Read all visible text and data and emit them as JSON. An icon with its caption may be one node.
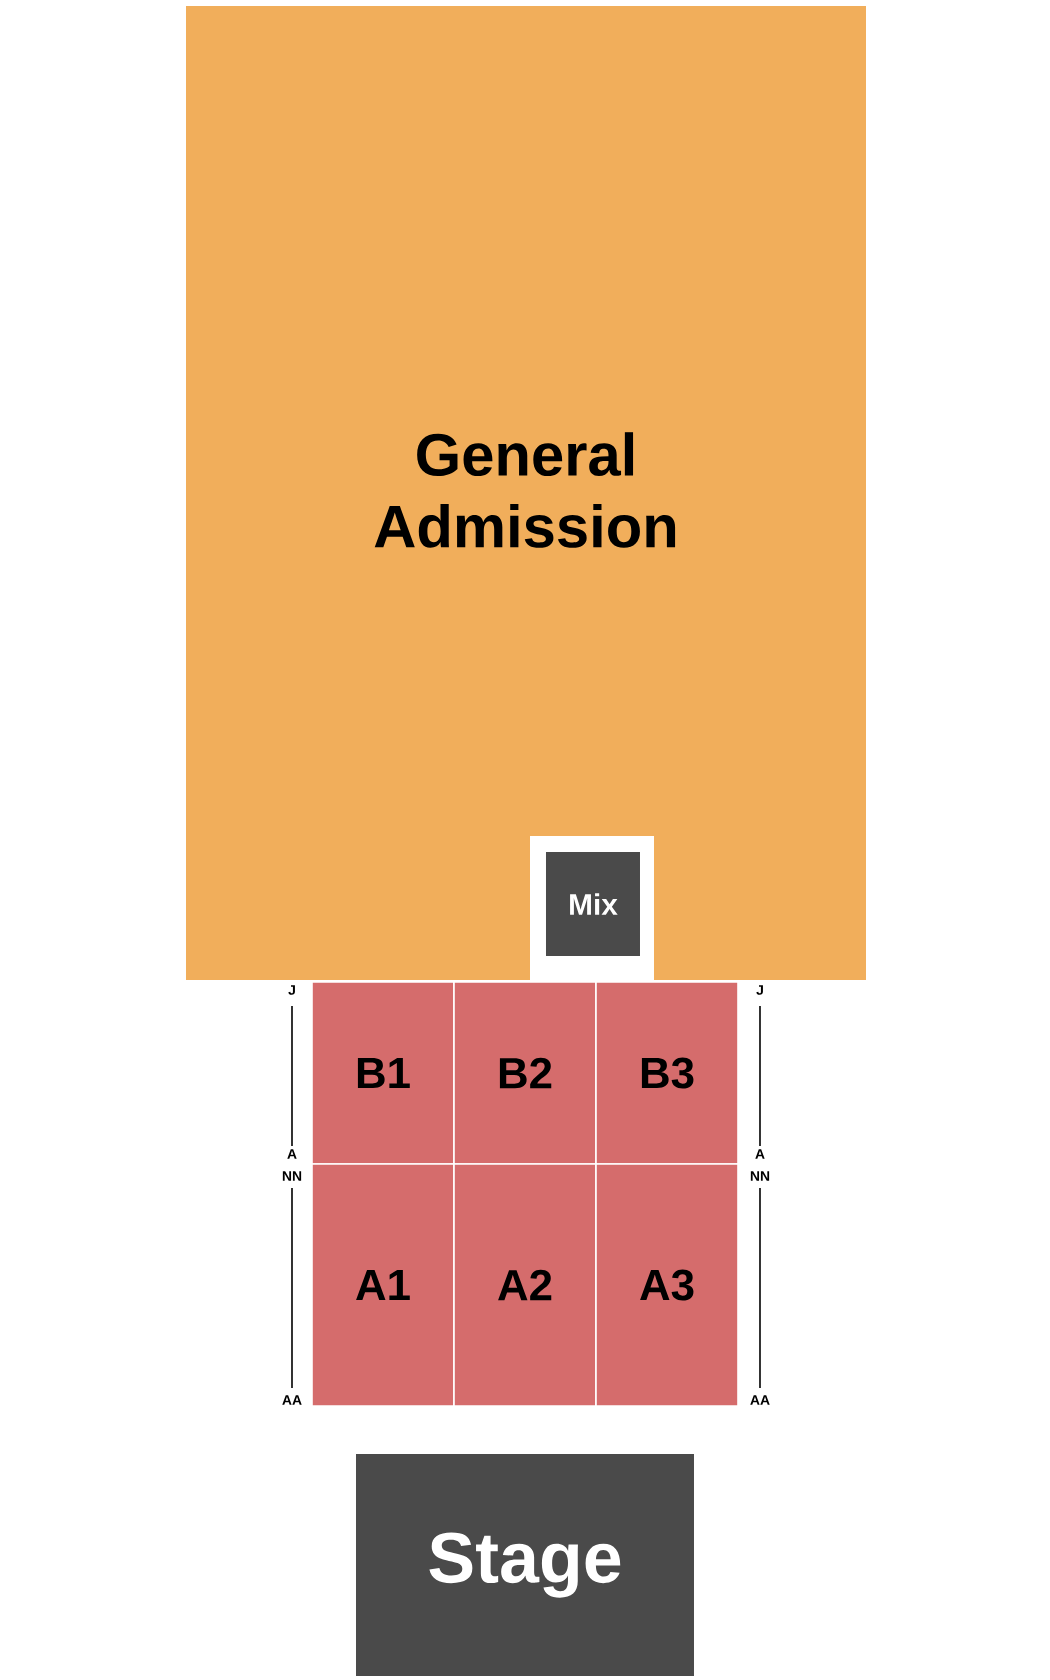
{
  "diagram": {
    "nodes": [
      {
        "text": [
          "General Admission"
        ]
      },
      {
        "text": [
          "Mix"
        ],
        "in": 0
      },
      {
        "text": [
          "B1"
        ]
      },
      {
        "text": [
          "B2"
        ]
      },
      {
        "text": [
          "B3"
        ]
      },
      {
        "text": [
          "A1"
        ]
      },
      {
        "text": [
          "A2"
        ]
      },
      {
        "text": [
          "A3"
        ]
      },
      {
        "text": [
          "Stage"
        ]
      }
    ],
    "labels": [
      "J",
      "J",
      "A",
      "A",
      "NN",
      "NN",
      "AA",
      "AA"
    ]
  }
}
